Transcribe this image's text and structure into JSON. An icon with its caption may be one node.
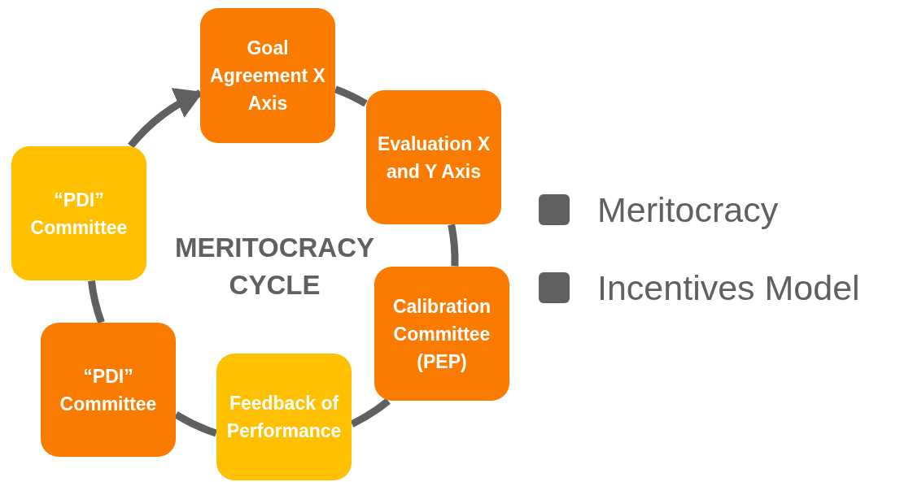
{
  "diagram": {
    "nodes": [
      {
        "text": [
          "Goal Agreement X Axis"
        ]
      },
      {
        "text": [
          "Evaluation X and Y Axis"
        ]
      },
      {
        "text": [
          "Calibration Committee (PEP)"
        ]
      },
      {
        "text": [
          "Feedback of Performance"
        ]
      },
      {
        "text": [
          "“PDI” Committee"
        ]
      },
      {
        "text": [
          "“PDI” Committee"
        ]
      }
    ],
    "edges": [
      {
        "from": 0,
        "to": 1,
        "arrow": "none"
      },
      {
        "from": 1,
        "to": 2,
        "arrow": "none"
      },
      {
        "from": 2,
        "to": 3,
        "arrow": "none"
      },
      {
        "from": 3,
        "to": 4,
        "arrow": "none"
      },
      {
        "from": 4,
        "to": 5,
        "arrow": "none"
      },
      {
        "from": 5,
        "to": 0,
        "arrow": "to"
      }
    ],
    "labels": [
      "MERITOCRACY CYCLE"
    ],
    "legend": [
      {
        "text": "Meritocracy",
        "color": "#5f6062"
      },
      {
        "text": "Incentives Model",
        "color": "#5f6062"
      }
    ]
  }
}
